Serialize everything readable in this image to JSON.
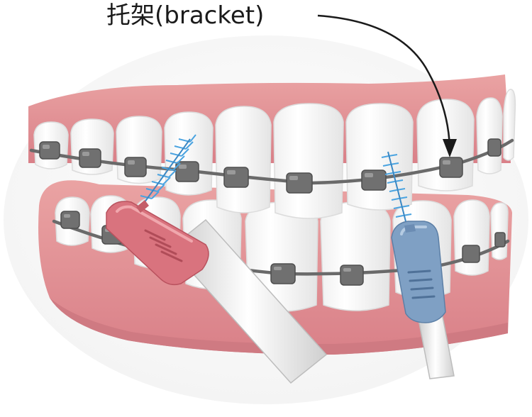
{
  "annotation": {
    "label": "托架(bracket)"
  },
  "colors": {
    "gum": "#e79a9a",
    "gum_shadow": "#d77f83",
    "tooth": "#ffffff",
    "tooth_edge": "#e3e3e3",
    "bracket": "#6f6f6f",
    "wire": "#6a6a6a",
    "left_brush_handle": "#d9737e",
    "right_brush_handle": "#7fa0c4",
    "bristles": "#4aa3e0",
    "stick": "#eeeeee"
  },
  "icons": [
    "upper-arch",
    "lower-arch",
    "interdental-brush-left",
    "interdental-brush-right",
    "pointer-arrow"
  ]
}
